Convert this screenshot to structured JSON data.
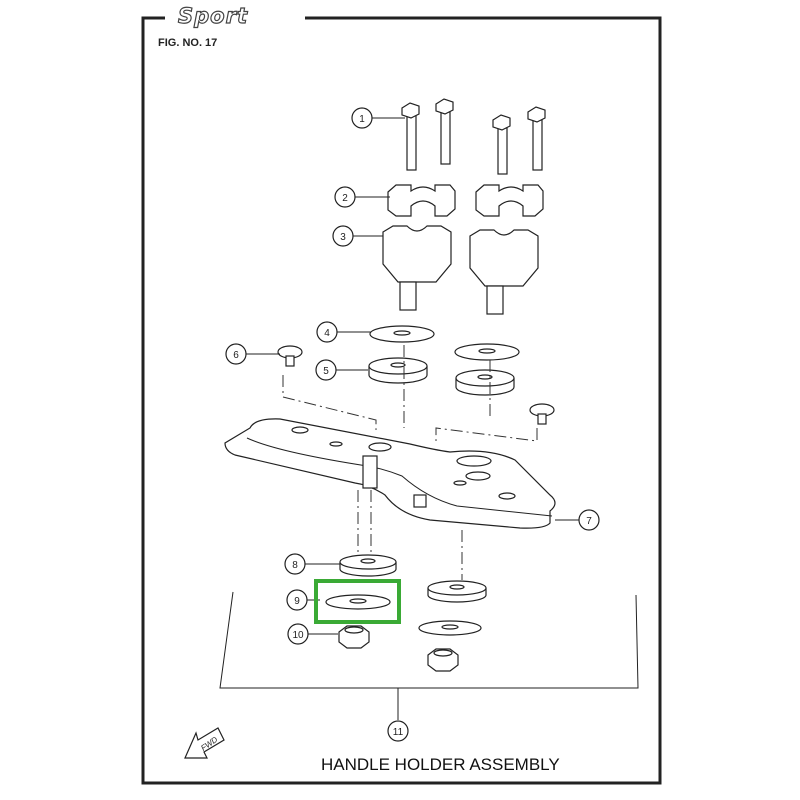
{
  "header": {
    "brand": "Sport",
    "figure_label": "FIG. NO. 17"
  },
  "title": "HANDLE HOLDER ASSEMBLY",
  "fwd_label": "FWD",
  "callouts": [
    "1",
    "2",
    "3",
    "4",
    "5",
    "6",
    "7",
    "8",
    "9",
    "10",
    "11"
  ],
  "highlight": {
    "callout": "9",
    "color": "#3aaa35"
  }
}
